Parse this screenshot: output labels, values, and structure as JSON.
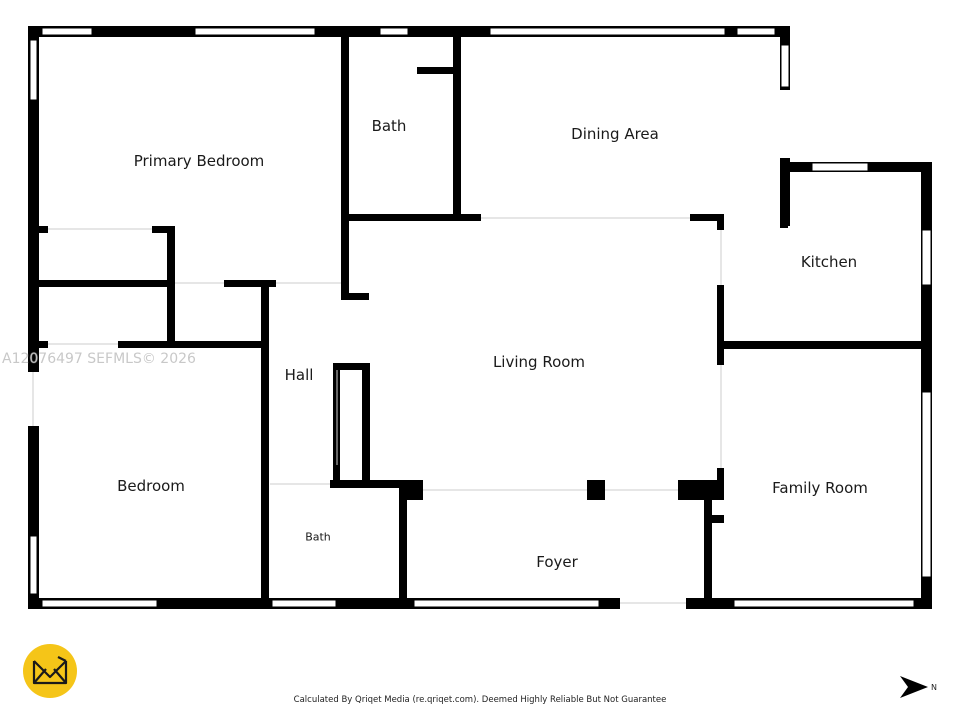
{
  "rooms": {
    "primary_bedroom": "Primary Bedroom",
    "bath_top": "Bath",
    "dining_area": "Dining Area",
    "kitchen": "Kitchen",
    "hall": "Hall",
    "living_room": "Living Room",
    "bedroom": "Bedroom",
    "family_room": "Family Room",
    "bath_bottom": "Bath",
    "foyer": "Foyer"
  },
  "watermark": "A12076497  SEFMLS© 2026",
  "footer": "Calculated By Qriqet Media (re.qriqet.com). Deemed Highly Reliable But Not Guarantee",
  "north_letter": "N",
  "colors": {
    "wall": "#000000",
    "window": "#ffffff",
    "logo_yellow": "#f5c518",
    "background": "#ffffff"
  }
}
